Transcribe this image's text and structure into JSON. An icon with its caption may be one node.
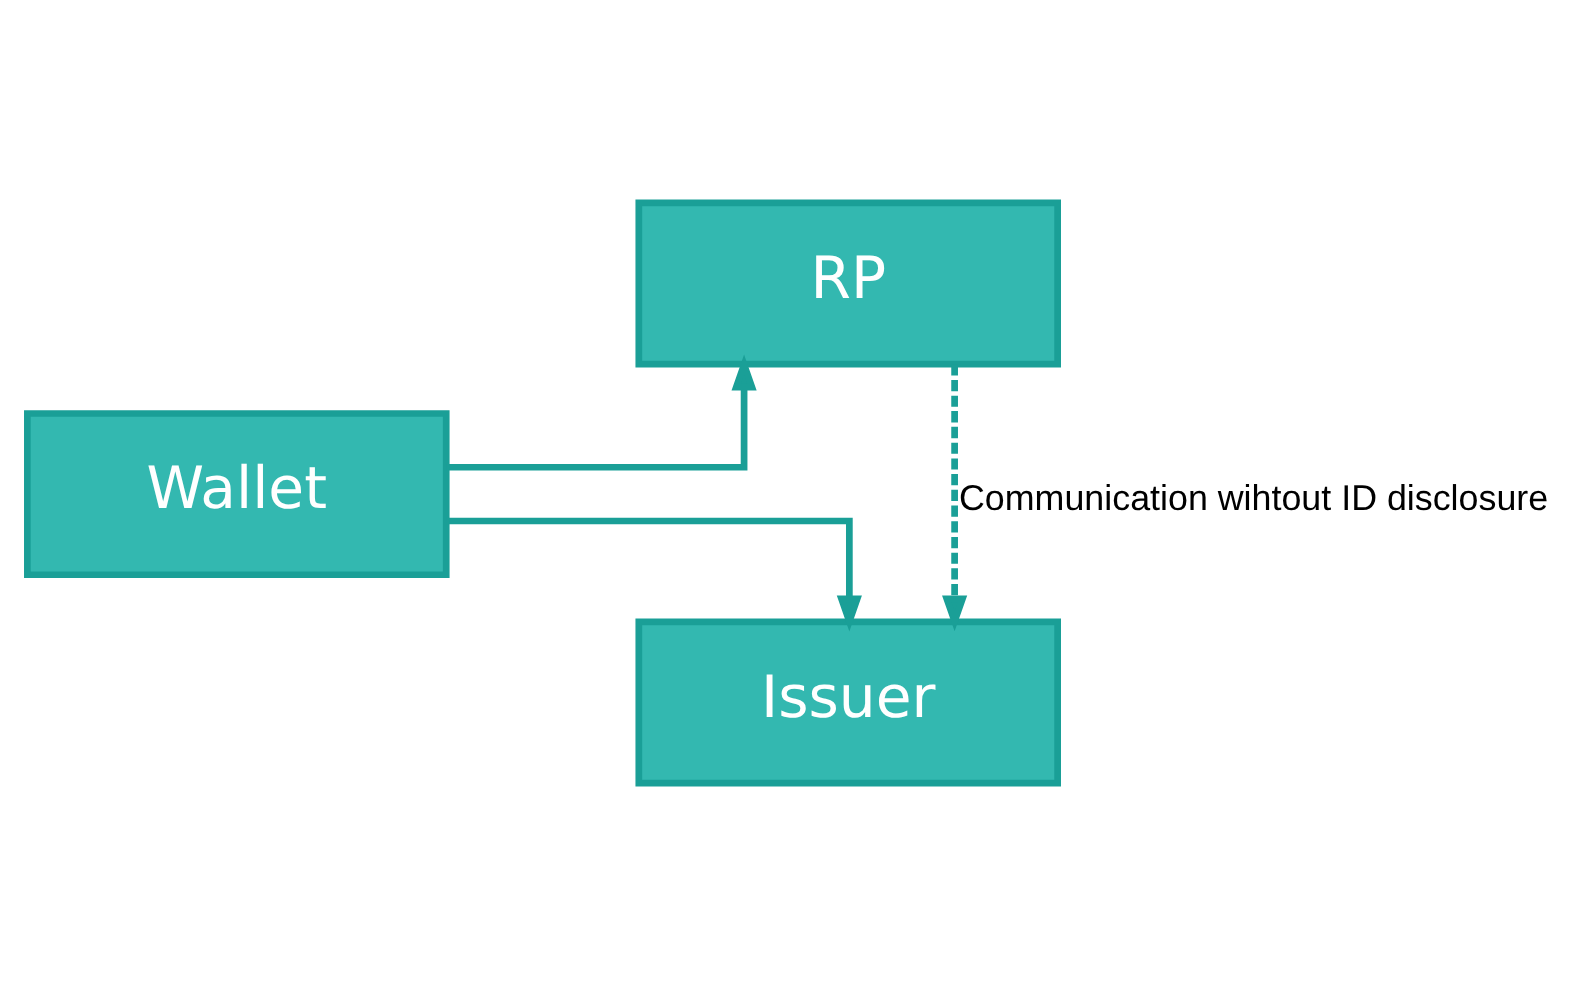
{
  "diagram": {
    "nodes": [
      {
        "text": [
          "Issuer"
        ]
      },
      {
        "text": [
          "Wallet"
        ]
      },
      {
        "text": [
          "RP"
        ]
      }
    ],
    "edges": [
      {
        "from": 1,
        "to": 0,
        "arrow": "to"
      },
      {
        "from": 1,
        "to": 2,
        "arrow": "to"
      },
      {
        "from": 2,
        "to": 0,
        "arrow": "to",
        "style": "dashed",
        "label": "Communication wihtout ID disclosure"
      }
    ]
  }
}
